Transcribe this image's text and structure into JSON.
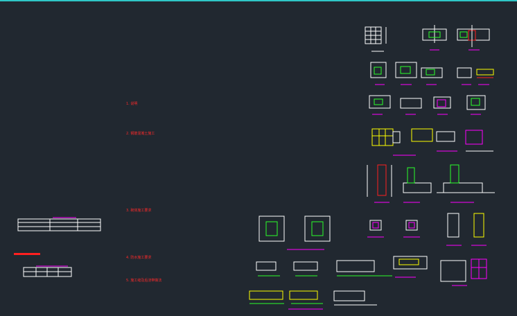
{
  "colors": {
    "background": "#212830",
    "frame": "#2fc7c7",
    "note_red": "#ff2a2a",
    "line_white": "#ffffff",
    "line_green": "#2aff2a",
    "line_yellow": "#ffff00",
    "line_magenta": "#ff00ff",
    "line_red": "#ff2020"
  },
  "notes": [
    {
      "id": "note-1",
      "text": "1. 说明"
    },
    {
      "id": "note-2",
      "text": "2. 钢筋混凝土施工"
    },
    {
      "id": "note-3",
      "text": "3. 砌体施工要求"
    },
    {
      "id": "note-4",
      "text": "4. 防水施工要求"
    },
    {
      "id": "note-5",
      "text": "5. 施工缝及后浇带做法"
    }
  ]
}
